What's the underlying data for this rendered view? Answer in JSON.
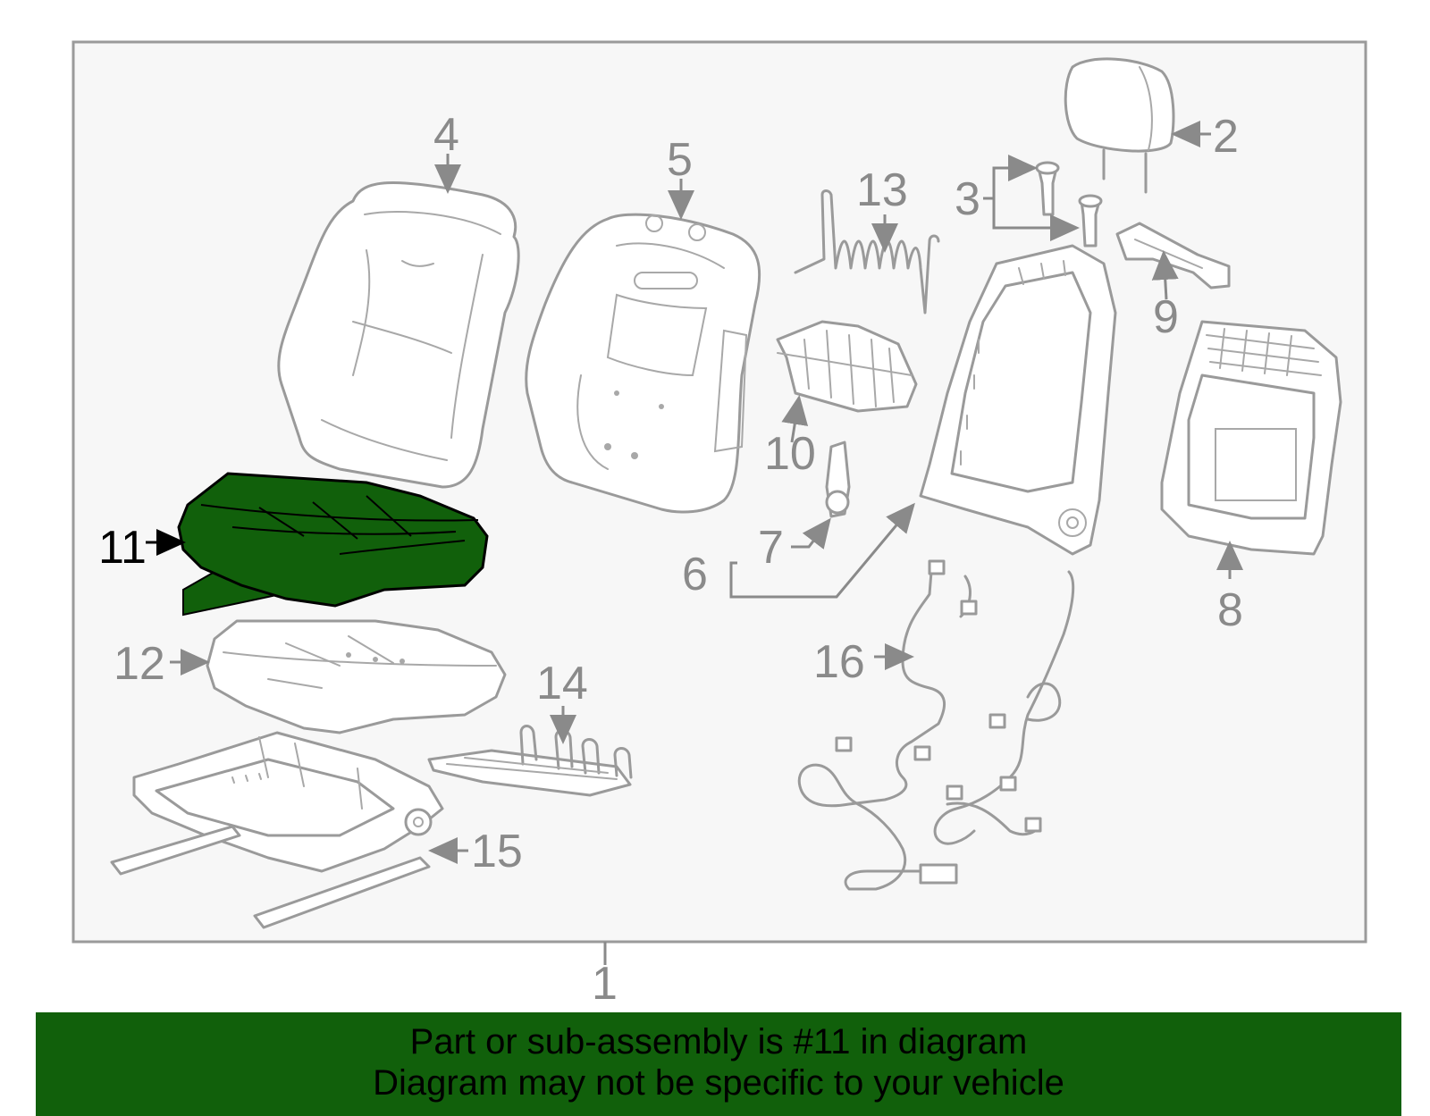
{
  "diagram": {
    "labels": {
      "p1": "1",
      "p2": "2",
      "p3": "3",
      "p4": "4",
      "p5": "5",
      "p6": "6",
      "p7": "7",
      "p8": "8",
      "p9": "9",
      "p10": "10",
      "p11": "11",
      "p12": "12",
      "p13": "13",
      "p14": "14",
      "p15": "15",
      "p16": "16"
    },
    "highlighted_part": "11",
    "highlight_color": "#11600b",
    "line_color": "#9a9a9a",
    "frame_background": "#f7f7f7"
  },
  "banner": {
    "line1": "Part or sub-assembly is #11 in diagram",
    "line2": "Diagram may not be specific to your vehicle",
    "background": "#11600b"
  }
}
